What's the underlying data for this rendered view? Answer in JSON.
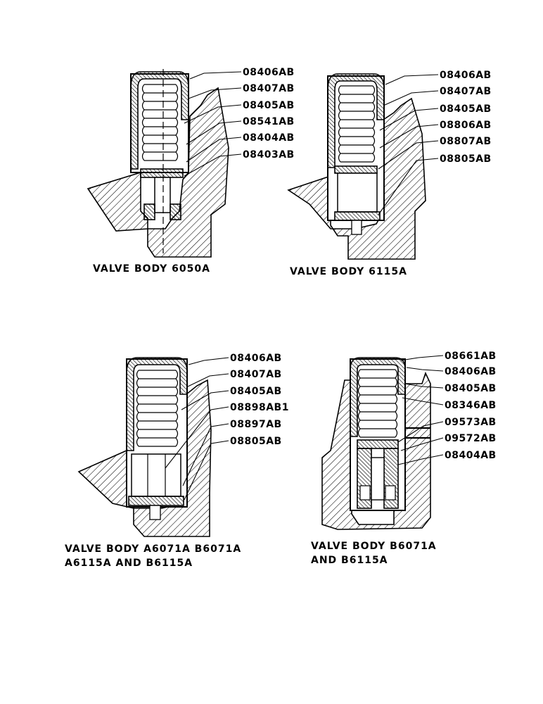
{
  "diagrams": [
    {
      "id": "a",
      "caption_lines": [
        "VALVE BODY 6050A"
      ],
      "parts": [
        "08406AB",
        "08407AB",
        "08405AB",
        "08541AB",
        "08404AB",
        "08403AB"
      ]
    },
    {
      "id": "b",
      "caption_lines": [
        "VALVE BODY 6115A"
      ],
      "parts": [
        "08406AB",
        "08407AB",
        "08405AB",
        "08806AB",
        "08807AB",
        "08805AB"
      ]
    },
    {
      "id": "c",
      "caption_lines": [
        "VALVE BODY A6071A B6071A",
        "A6115A AND B6115A"
      ],
      "parts": [
        "08406AB",
        "08407AB",
        "08405AB",
        "08898AB1",
        "08897AB",
        "08805AB"
      ]
    },
    {
      "id": "d",
      "caption_lines": [
        "VALVE BODY B6071A",
        "AND B6115A"
      ],
      "parts": [
        "08661AB",
        "08406AB",
        "08405AB",
        "08346AB",
        "09573AB",
        "09572AB",
        "08404AB"
      ]
    }
  ]
}
